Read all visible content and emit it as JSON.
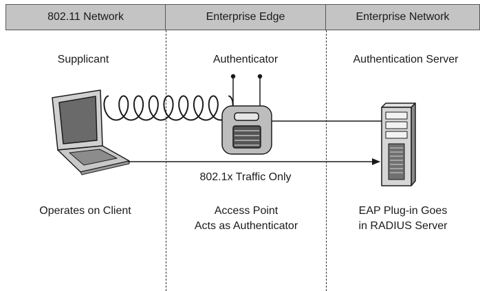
{
  "columns": [
    {
      "header": "802.11 Network",
      "role": "Supplicant",
      "caption": [
        "Operates on Client"
      ]
    },
    {
      "header": "Enterprise Edge",
      "role": "Authenticator",
      "caption": [
        "Access Point",
        "Acts as Authenticator"
      ]
    },
    {
      "header": "Enterprise Network",
      "role": "Authentication Server",
      "caption": [
        "EAP Plug-in Goes",
        "in RADIUS Server"
      ]
    }
  ],
  "link_label": "802.1x Traffic Only",
  "icons": [
    "laptop-icon",
    "access-point-icon",
    "server-icon",
    "wireless-coil"
  ],
  "colors": {
    "header_bg": "#c4c4c4",
    "device_fill": "#bdbdbd",
    "device_dark": "#555555",
    "line": "#1a1a1a"
  }
}
